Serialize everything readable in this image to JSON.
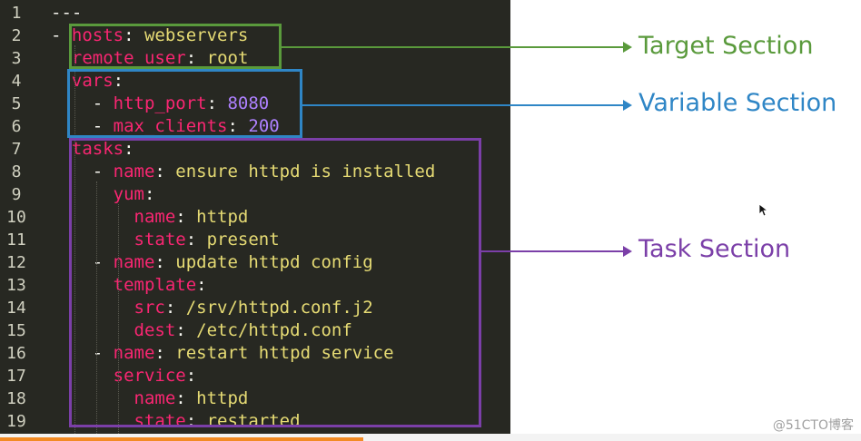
{
  "code_lines": [
    {
      "num": "1",
      "parts": [
        {
          "t": "---",
          "c": "p"
        }
      ]
    },
    {
      "num": "2",
      "parts": [
        {
          "t": "- ",
          "c": "p"
        },
        {
          "t": "hosts",
          "c": "k"
        },
        {
          "t": ": ",
          "c": "p"
        },
        {
          "t": "webservers",
          "c": "v"
        }
      ]
    },
    {
      "num": "3",
      "parts": [
        {
          "t": "  ",
          "c": "p"
        },
        {
          "t": "remote_user",
          "c": "k"
        },
        {
          "t": ": ",
          "c": "p"
        },
        {
          "t": "root",
          "c": "v"
        }
      ]
    },
    {
      "num": "4",
      "parts": [
        {
          "t": "  ",
          "c": "p"
        },
        {
          "t": "vars",
          "c": "k"
        },
        {
          "t": ":",
          "c": "p"
        }
      ]
    },
    {
      "num": "5",
      "parts": [
        {
          "t": "    - ",
          "c": "p"
        },
        {
          "t": "http_port",
          "c": "k"
        },
        {
          "t": ": ",
          "c": "p"
        },
        {
          "t": "8080",
          "c": "n"
        }
      ]
    },
    {
      "num": "6",
      "parts": [
        {
          "t": "    - ",
          "c": "p"
        },
        {
          "t": "max_clients",
          "c": "k"
        },
        {
          "t": ": ",
          "c": "p"
        },
        {
          "t": "200",
          "c": "n"
        }
      ]
    },
    {
      "num": "7",
      "parts": [
        {
          "t": "  ",
          "c": "p"
        },
        {
          "t": "tasks",
          "c": "k"
        },
        {
          "t": ":",
          "c": "p"
        }
      ]
    },
    {
      "num": "8",
      "parts": [
        {
          "t": "    - ",
          "c": "p"
        },
        {
          "t": "name",
          "c": "k"
        },
        {
          "t": ": ",
          "c": "p"
        },
        {
          "t": "ensure httpd is installed",
          "c": "v"
        }
      ]
    },
    {
      "num": "9",
      "parts": [
        {
          "t": "      ",
          "c": "p"
        },
        {
          "t": "yum",
          "c": "k"
        },
        {
          "t": ":",
          "c": "p"
        }
      ]
    },
    {
      "num": "10",
      "parts": [
        {
          "t": "        ",
          "c": "p"
        },
        {
          "t": "name",
          "c": "k"
        },
        {
          "t": ": ",
          "c": "p"
        },
        {
          "t": "httpd",
          "c": "v"
        }
      ]
    },
    {
      "num": "11",
      "parts": [
        {
          "t": "        ",
          "c": "p"
        },
        {
          "t": "state",
          "c": "k"
        },
        {
          "t": ": ",
          "c": "p"
        },
        {
          "t": "present",
          "c": "v"
        }
      ]
    },
    {
      "num": "12",
      "parts": [
        {
          "t": "    - ",
          "c": "p"
        },
        {
          "t": "name",
          "c": "k"
        },
        {
          "t": ": ",
          "c": "p"
        },
        {
          "t": "update httpd config",
          "c": "v"
        }
      ]
    },
    {
      "num": "13",
      "parts": [
        {
          "t": "      ",
          "c": "p"
        },
        {
          "t": "template",
          "c": "k"
        },
        {
          "t": ":",
          "c": "p"
        }
      ]
    },
    {
      "num": "14",
      "parts": [
        {
          "t": "        ",
          "c": "p"
        },
        {
          "t": "src",
          "c": "k"
        },
        {
          "t": ": ",
          "c": "p"
        },
        {
          "t": "/srv/httpd.conf.j2",
          "c": "v"
        }
      ]
    },
    {
      "num": "15",
      "parts": [
        {
          "t": "        ",
          "c": "p"
        },
        {
          "t": "dest",
          "c": "k"
        },
        {
          "t": ": ",
          "c": "p"
        },
        {
          "t": "/etc/httpd.conf",
          "c": "v"
        }
      ]
    },
    {
      "num": "16",
      "parts": [
        {
          "t": "    - ",
          "c": "p"
        },
        {
          "t": "name",
          "c": "k"
        },
        {
          "t": ": ",
          "c": "p"
        },
        {
          "t": "restart httpd service",
          "c": "v"
        }
      ]
    },
    {
      "num": "17",
      "parts": [
        {
          "t": "      ",
          "c": "p"
        },
        {
          "t": "service",
          "c": "k"
        },
        {
          "t": ":",
          "c": "p"
        }
      ]
    },
    {
      "num": "18",
      "parts": [
        {
          "t": "        ",
          "c": "p"
        },
        {
          "t": "name",
          "c": "k"
        },
        {
          "t": ": ",
          "c": "p"
        },
        {
          "t": "httpd",
          "c": "v"
        }
      ]
    },
    {
      "num": "19",
      "parts": [
        {
          "t": "        ",
          "c": "p"
        },
        {
          "t": "state",
          "c": "k"
        },
        {
          "t": ": ",
          "c": "p"
        },
        {
          "t": "restarted",
          "c": "v"
        }
      ]
    }
  ],
  "annotations": {
    "target": {
      "label": "Target Section",
      "color": "#5a9a3c"
    },
    "variable": {
      "label": "Variable Section",
      "color": "#2f86c6"
    },
    "task": {
      "label": "Task Section",
      "color": "#7b3fa8"
    }
  },
  "watermark": "@51CTO博客",
  "colors": {
    "editor_bg": "#272822",
    "key": "#f92672",
    "value": "#e6db74",
    "number": "#ae81ff"
  }
}
